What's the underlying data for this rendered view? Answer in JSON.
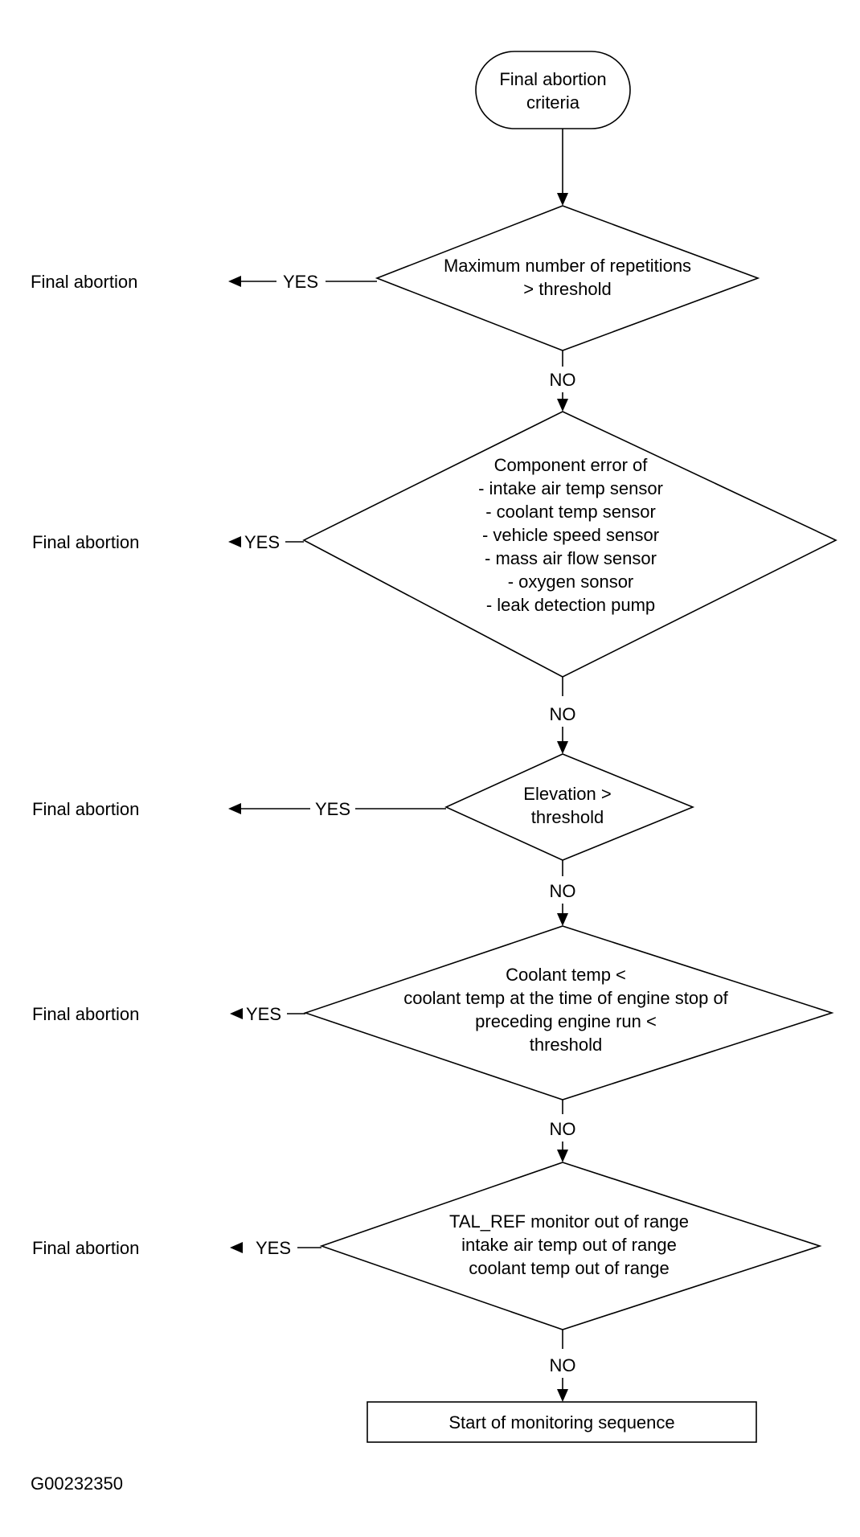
{
  "start_terminal": {
    "lines": [
      "Final abortion",
      "criteria"
    ]
  },
  "decisions": [
    {
      "lines": [
        "Maximum number of repetitions",
        "> threshold"
      ],
      "yes_label": "YES",
      "no_label": "NO",
      "outcome": "Final abortion"
    },
    {
      "lines": [
        "Component error of",
        "- intake air temp sensor",
        "- coolant temp sensor",
        "- vehicle speed sensor",
        "- mass air flow sensor",
        "- oxygen sonsor",
        "- leak detection pump"
      ],
      "yes_label": "YES",
      "no_label": "NO",
      "outcome": "Final abortion"
    },
    {
      "lines": [
        "Elevation >",
        "threshold"
      ],
      "yes_label": "YES",
      "no_label": "NO",
      "outcome": "Final abortion"
    },
    {
      "lines": [
        "Coolant temp <",
        "coolant temp at the time of engine stop of",
        "preceding engine run <",
        "threshold"
      ],
      "yes_label": "YES",
      "no_label": "NO",
      "outcome": "Final abortion"
    },
    {
      "lines": [
        "TAL_REF monitor out of range",
        "intake air temp out of range",
        "coolant temp out of range"
      ],
      "yes_label": "YES",
      "no_label": "NO",
      "outcome": "Final abortion"
    }
  ],
  "end_process": {
    "label": "Start of monitoring sequence"
  },
  "figure_id": "G00232350"
}
